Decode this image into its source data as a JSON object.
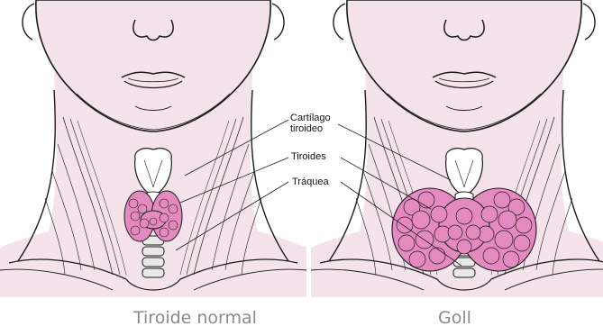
{
  "labels": {
    "cartilage_line1": "Cartílago",
    "cartilage_line2": "tiroideo",
    "thyroid": "Tiroides",
    "trachea": "Tráquea"
  },
  "captions": {
    "left": "Tiroide normal",
    "right": "Goll"
  },
  "colors": {
    "skin": "#f4e3ea",
    "thyroid_pink": "#e58ac0",
    "outline": "#1c1c1c",
    "caption_gray": "#8a8a8a"
  }
}
